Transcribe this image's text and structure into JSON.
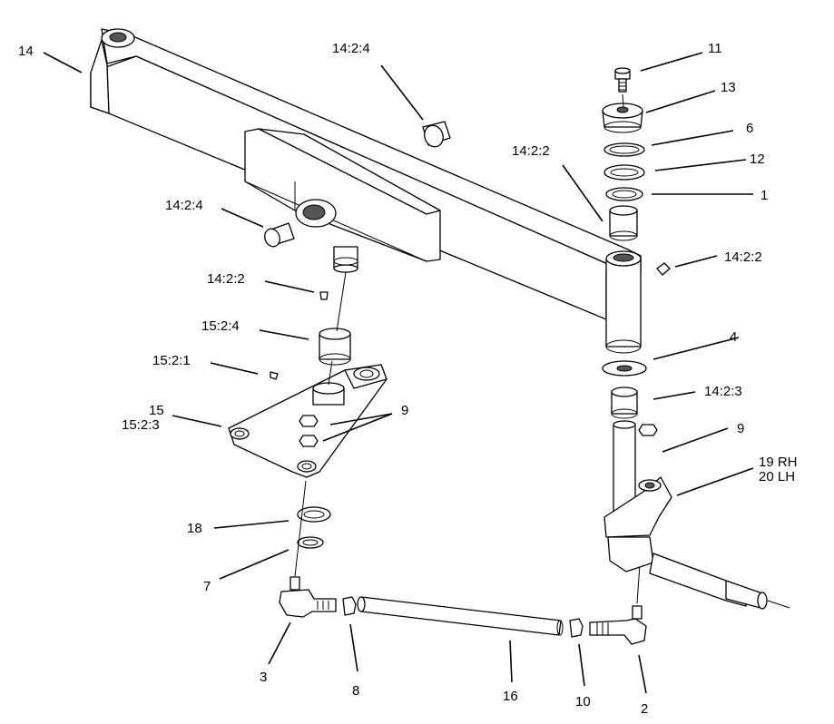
{
  "callouts": {
    "c14a": "14",
    "c14_2_4a": "14:2:4",
    "c11": "11",
    "c13": "13",
    "c6": "6",
    "c14_2_2a": "14:2:2",
    "c12": "12",
    "c1": "1",
    "c14_2_4b": "14:2:4",
    "c14_2_2b": "14:2:2",
    "c14_2_2c": "14:2:2",
    "c15_2_4": "15:2:4",
    "c4": "4",
    "c15_2_1": "15:2:1",
    "c14_2_3": "14:2:3",
    "c15": "15",
    "c15_2_3": "15:2:3",
    "c9a": "9",
    "c9b": "9",
    "c19": "19 RH",
    "c20": "20 LH",
    "c18": "18",
    "c7": "7",
    "c3": "3",
    "c8": "8",
    "c16": "16",
    "c10": "10",
    "c2": "2"
  },
  "parts": {
    "axle": "front-axle",
    "pivot_bushing": "pivot-bushing",
    "steering_plate": "steering-plate",
    "spindle": "spindle",
    "tie_rod": "tie-rod",
    "ball_joint": "ball-joint"
  }
}
